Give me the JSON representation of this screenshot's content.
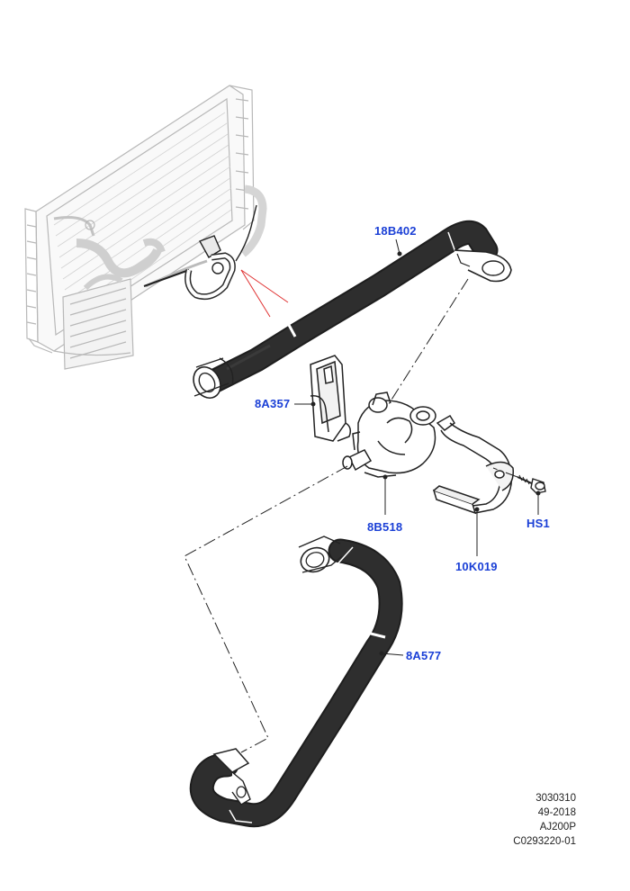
{
  "callouts": {
    "hose_upper": "18B402",
    "bracket_clip": "8A357",
    "pump": "8B518",
    "hose_lower": "8A577",
    "bracket_mount": "10K019",
    "bolt": "HS1"
  },
  "reference": {
    "line1": "3030310",
    "line2": "49-2018",
    "line3": "AJ200P",
    "line4": "C0293220-01"
  },
  "colors": {
    "callout": "#1a3fd6",
    "hose_fill": "#2a2a2a",
    "ghost_line": "#b5b5b5",
    "leader_red": "#e03030"
  }
}
